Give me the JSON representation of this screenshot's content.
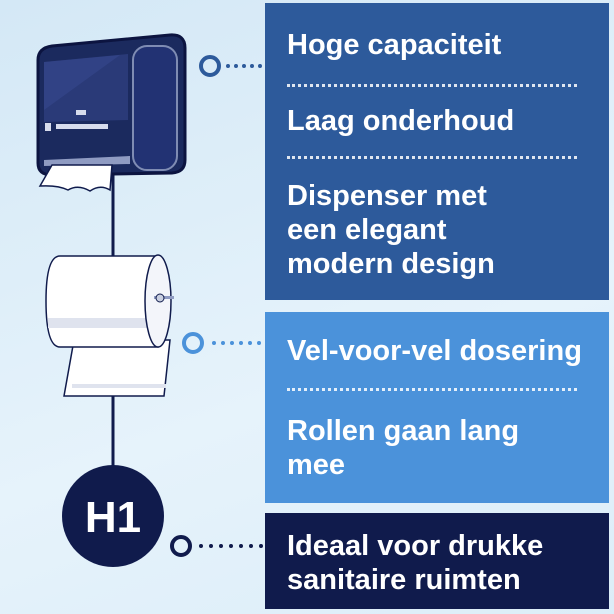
{
  "features_primary": [
    "Hoge capaciteit",
    "Laag onderhoud",
    "Dispenser met een elegant modern design"
  ],
  "features_secondary": [
    "Vel-voor-vel dosering",
    "Rollen gaan lang mee"
  ],
  "features_tertiary": [
    "Ideaal voor drukke sanitaire ruimten"
  ],
  "badge": "H1",
  "colors": {
    "panel_primary": "#2d5a9b",
    "panel_secondary": "#4b92da",
    "panel_tertiary": "#101b4c"
  }
}
